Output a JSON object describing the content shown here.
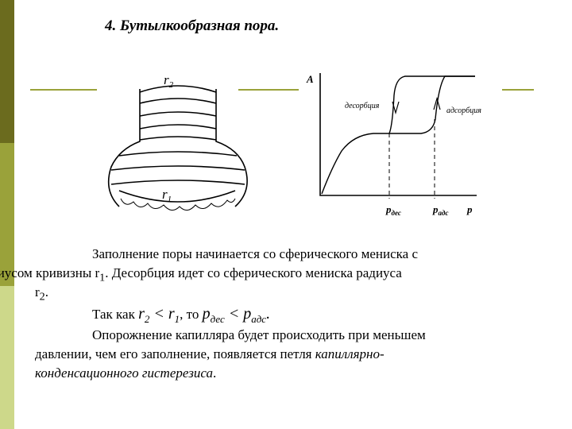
{
  "title": "4. Бутылкообразная пора.",
  "figure": {
    "pore_labels": {
      "r2": "r",
      "r2_sub": "2",
      "r1": "r",
      "r1_sub": "1"
    },
    "graph_labels": {
      "y_axis": "A",
      "desorption": "десорбция",
      "adsorption": "адсорбция",
      "p_des": "p",
      "p_des_sub": "дес",
      "p_ads": "p",
      "p_ads_sub": "адс",
      "x_axis": "p"
    }
  },
  "text": {
    "p1": "Заполнение поры начинается со сферического мениска с",
    "p1b_pre": "радиусом кривизны r",
    "p1b_sub": "1",
    "p1b_post": ". Десорбция идет со сферического мениска радиуса",
    "p1c_pre": "r",
    "p1c_sub": "2",
    "p1c_post": ".",
    "p2_pre": "Так как ",
    "p2_mid": ", то ",
    "p2_formula_a": "r",
    "p2_formula_a_sub": "2",
    "p2_formula_a_op": " < r",
    "p2_formula_a_sub2": "1",
    "p2_formula_b": "p",
    "p2_formula_b_sub": "дес",
    "p2_formula_b_op": " < p",
    "p2_formula_b_sub2": "адс",
    "p2_formula_b_end": ".",
    "p3_line1": "Опорожнение капилляра будет происходить при меньшем",
    "p3_line2_pre": "давлении,    чем    его    заполнение,    появляется    петля",
    "p3_line2_ital": "капиллярно-",
    "p3_line3_ital": "конденсационного гистерезиса",
    "p3_line3_end": "."
  }
}
